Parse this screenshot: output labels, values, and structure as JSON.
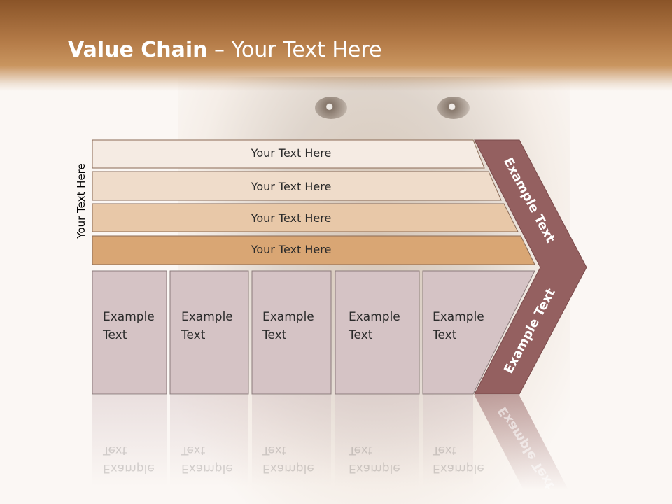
{
  "slide": {
    "title_bold": "Value Chain",
    "title_rest": " – Your Text Here",
    "side_label": "Your Text Here",
    "rows": [
      "Your Text Here",
      "Your Text Here",
      "Your Text Here",
      "Your Text Here"
    ],
    "boxes": [
      {
        "line1": "Example",
        "line2": "Text"
      },
      {
        "line1": "Example",
        "line2": "Text"
      },
      {
        "line1": "Example",
        "line2": "Text"
      },
      {
        "line1": "Example",
        "line2": "Text"
      },
      {
        "line1": "Example",
        "line2": "Text"
      }
    ],
    "ribbon_top": "Example Text",
    "ribbon_bottom": "Example Text"
  },
  "colors": {
    "header": "#b37a47",
    "row1": "#f5ebe3",
    "row2": "#efdcca",
    "row3": "#e8c8a8",
    "row4": "#d9a674",
    "box": "#d5c3c5",
    "ribbon": "#946060"
  }
}
